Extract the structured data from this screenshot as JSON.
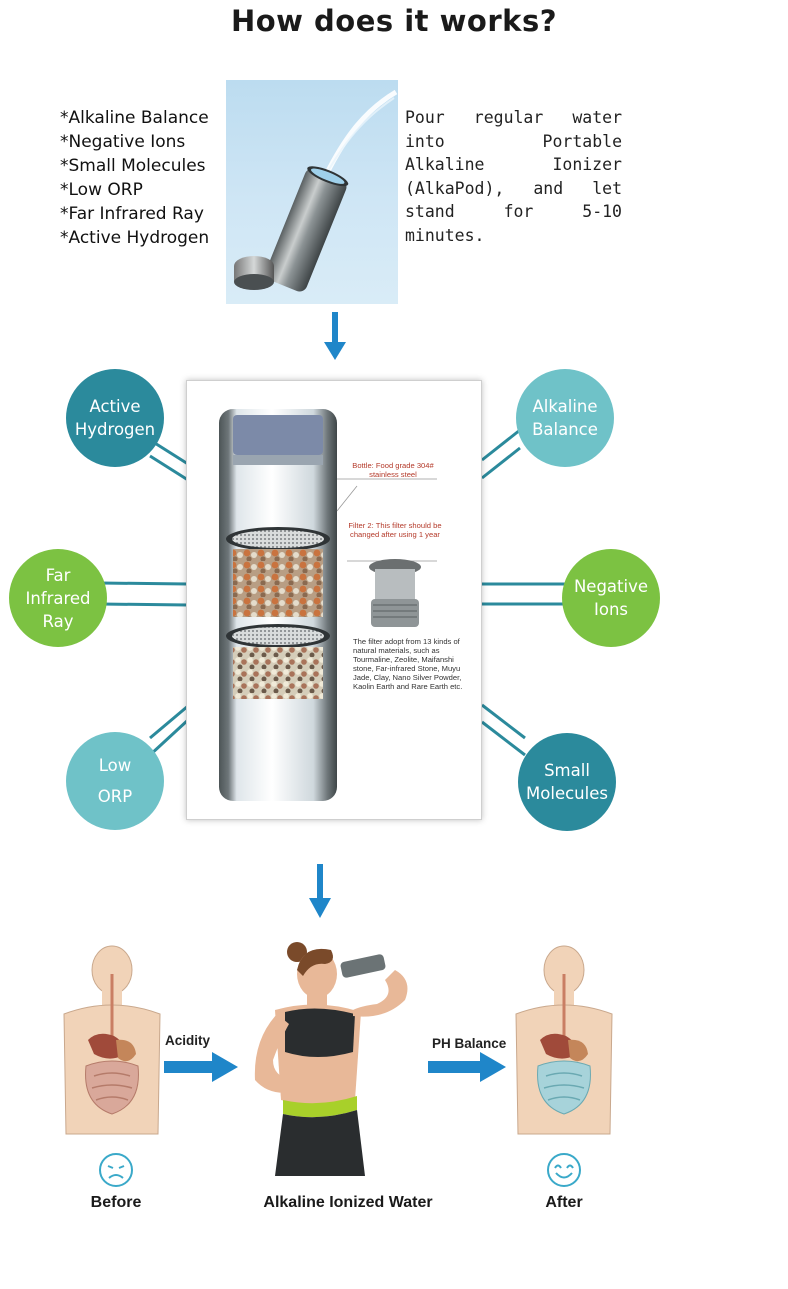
{
  "title": "How does it works?",
  "features": [
    "*Alkaline Balance",
    "*Negative Ions",
    "*Small Molecules",
    "*Low ORP",
    "*Far Infrared Ray",
    "*Active Hydrogen"
  ],
  "description": "Pour regular water into Portable Alkaline Ionizer (AlkaPod), and let stand for 5-10 minutes.",
  "circles": {
    "active_hydrogen": [
      "Active",
      "Hydrogen"
    ],
    "far_infrared": [
      "Far",
      "Infrared",
      "Ray"
    ],
    "low_orp": [
      "Low",
      "ORP"
    ],
    "alkaline_balance": [
      "Alkaline",
      "Balance"
    ],
    "negative_ions": [
      "Negative",
      "Ions"
    ],
    "small_molecules": [
      "Small",
      "Molecules"
    ]
  },
  "diagram_notes": {
    "bottle": "Bottle: Food grade 304# stainless steel",
    "filter2": "Filter 2: This filter should be changed after using 1 year",
    "materials": "The filter adopt from 13 kinds of natural materials, such as Tourmaline, Zeolite, Maifanshi stone, Far-infrared Stone, Muyu Jade, Clay, Nano Silver Powder, Kaolin Earth and Rare Earth etc."
  },
  "bottom": {
    "acidity": "Acidity",
    "ph_balance": "PH Balance",
    "before": "Before",
    "center": "Alkaline Ionized Water",
    "after": "After"
  },
  "colors": {
    "arrow": "#1f86c9",
    "teal": "#2b8a9c",
    "light_teal": "#6fc2c8",
    "green": "#7cc242",
    "connector": "#2b8a9c"
  }
}
